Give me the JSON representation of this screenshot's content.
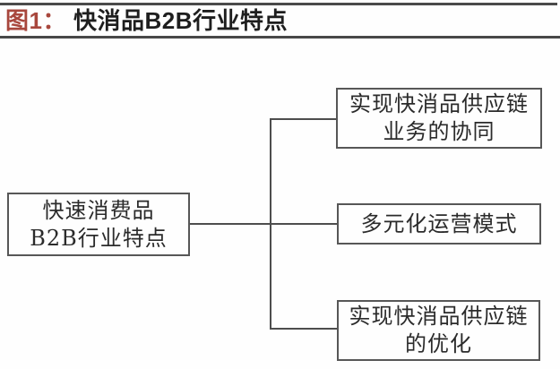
{
  "title": {
    "prefix": "图1：",
    "text": "快消品B2B行业特点"
  },
  "diagram": {
    "root": {
      "lines": [
        "快速消费品",
        "B2B行业特点"
      ]
    },
    "branches": [
      {
        "lines": [
          "实现快消品供应链",
          "业务的协同"
        ]
      },
      {
        "lines": [
          "多元化运营模式"
        ]
      },
      {
        "lines": [
          "实现快消品供应链",
          "的优化"
        ]
      }
    ]
  },
  "colors": {
    "accent_red": "#a8473d",
    "title_text": "#1e1e1e",
    "rule_gray": "#4a4a4a",
    "border_gray": "#575757",
    "connector_gray": "#4d4d4d",
    "box_text": "#2b2b2b",
    "background": "#fefefe"
  }
}
